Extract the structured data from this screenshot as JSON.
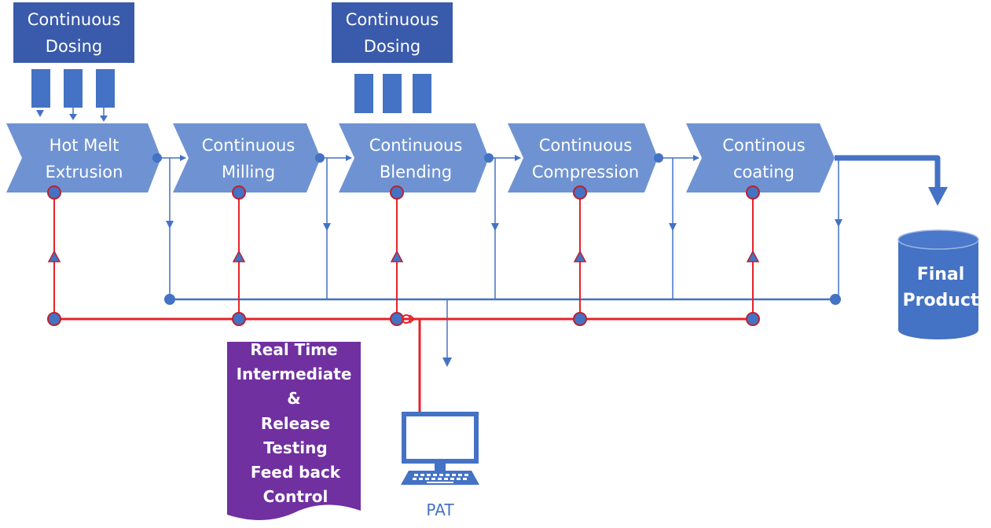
{
  "title": "Continuous manufacturing process with PAT feedback control",
  "colors": {
    "stage_fill": "#6f93d2",
    "dosing_fill": "#3a5bab",
    "hopper_fill": "#4472c4",
    "flow_line": "#4472c4",
    "feedback_line": "#e4232b",
    "node_fill": "#4472c4",
    "node_stroke": "#b8232f",
    "banner_fill": "#7030a0",
    "product_fill": "#4472c4"
  },
  "dosing_units": [
    {
      "label_line1": "Continuous",
      "label_line2": "Dosing",
      "feeds": "Hot Melt Extrusion",
      "hopper_count": 3,
      "has_arrows": true
    },
    {
      "label_line1": "Continuous",
      "label_line2": "Dosing",
      "feeds": "Continuous Blending",
      "hopper_count": 3,
      "has_arrows": false
    }
  ],
  "stages": [
    {
      "line1": "Hot Melt",
      "line2": "Extrusion"
    },
    {
      "line1": "Continuous",
      "line2": "Milling"
    },
    {
      "line1": "Continuous",
      "line2": "Blending"
    },
    {
      "line1": "Continuous",
      "line2": "Compression"
    },
    {
      "line1": "Continous",
      "line2": "coating"
    }
  ],
  "final_product": {
    "line1": "Final",
    "line2": "Product"
  },
  "feedback_banner": {
    "lines": [
      "Real Time",
      "Intermediate",
      "&",
      "Release",
      "Testing",
      "Feed back",
      "Control"
    ]
  },
  "pat": {
    "label": "PAT"
  }
}
